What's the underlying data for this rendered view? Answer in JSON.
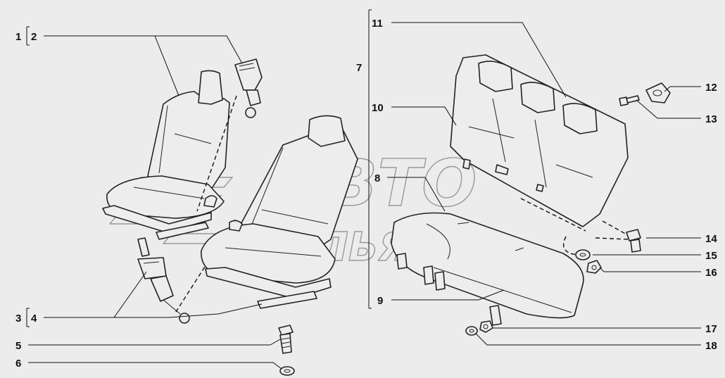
{
  "callouts": {
    "c1": "1",
    "c2": "2",
    "c3": "3",
    "c4": "4",
    "c5": "5",
    "c6": "6",
    "c7": "7",
    "c8": "8",
    "c9": "9",
    "c10": "10",
    "c11": "11",
    "c12": "12",
    "c13": "13",
    "c14": "14",
    "c15": "15",
    "c16": "16",
    "c17": "17",
    "c18": "18"
  },
  "watermark": {
    "line1": "АВТО",
    "line2": "АЛЬЯНС"
  },
  "colors": {
    "background": "#ececec",
    "ink": "#111111",
    "part_fill": "#ededed"
  }
}
